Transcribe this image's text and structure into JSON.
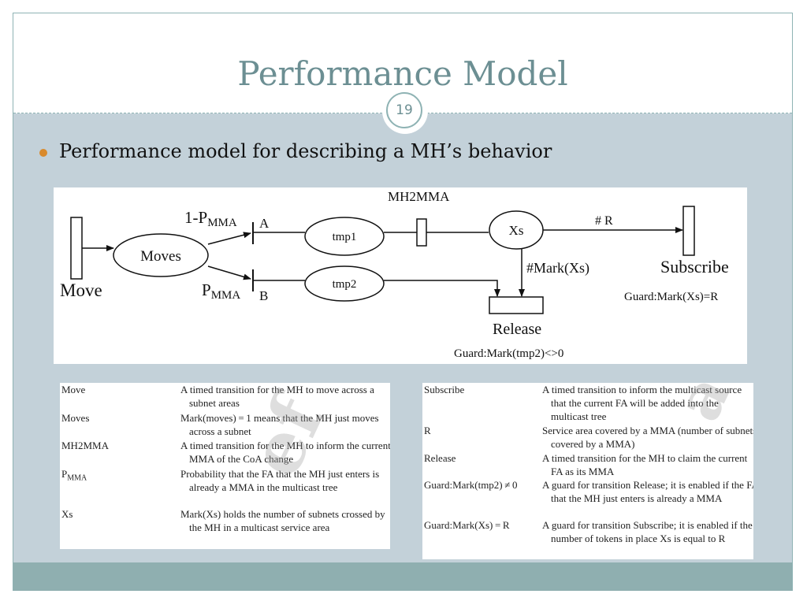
{
  "slide": {
    "title": "Performance Model",
    "number": "19",
    "bullet": "Performance model for describing a MH’s behavior"
  },
  "diagram": {
    "move_label": "Move",
    "moves_label": "Moves",
    "one_minus_p_prefix": "1-P",
    "p_prefix": "P",
    "mma_subscript": "MMA",
    "branch_a": "A",
    "branch_b": "B",
    "tmp1_label": "tmp1",
    "tmp2_label": "tmp2",
    "mh2mma_label": "MH2MMA",
    "xs_label": "Xs",
    "r_arc_label": "# R",
    "mark_xs_arc_label": "#Mark(Xs)",
    "subscribe_label": "Subscribe",
    "subscribe_guard": "Guard:Mark(Xs)=R",
    "release_label": "Release",
    "release_guard": "Guard:Mark(tmp2)<>0"
  },
  "table_left": [
    {
      "term": "Move",
      "desc": "A timed transition for the MH to move across a subnet areas"
    },
    {
      "term": "Moves",
      "desc": "Mark(moves) = 1 means that the MH just moves across a subnet"
    },
    {
      "term": "MH2MMA",
      "desc": "A timed transition for the MH to inform the current MMA of the CoA change"
    },
    {
      "term": "P",
      "term_sub": "MMA",
      "desc": "Probability that the FA that the MH just enters is already a MMA in the multicast tree"
    },
    {
      "term": "Xs",
      "desc": "Mark(Xs) holds the number of subnets crossed by the MH in a multicast service area"
    }
  ],
  "table_right": [
    {
      "term": "Subscribe",
      "desc": "A timed transition to inform the multicast source that the current FA will be added into the multicast tree"
    },
    {
      "term": "R",
      "desc": "Service area covered by a MMA (number of subnets covered by a MMA)"
    },
    {
      "term": "Release",
      "desc": "A timed transition for the MH to claim the current FA as its MMA"
    },
    {
      "term": "Guard:Mark(tmp2) ≠ 0",
      "desc": "A guard for transition Release; it is enabled if the FA that the MH just enters is already a MMA"
    },
    {
      "term": "Guard:Mark(Xs) = R",
      "desc": "A guard for transition Subscribe; it is enabled if the number of tokens in place Xs is equal to R"
    }
  ],
  "colors": {
    "title": "#6c8f93",
    "content_bg": "#c3d1d9",
    "footer_bg": "#8fafb0",
    "bullet": "#d98a2c"
  }
}
